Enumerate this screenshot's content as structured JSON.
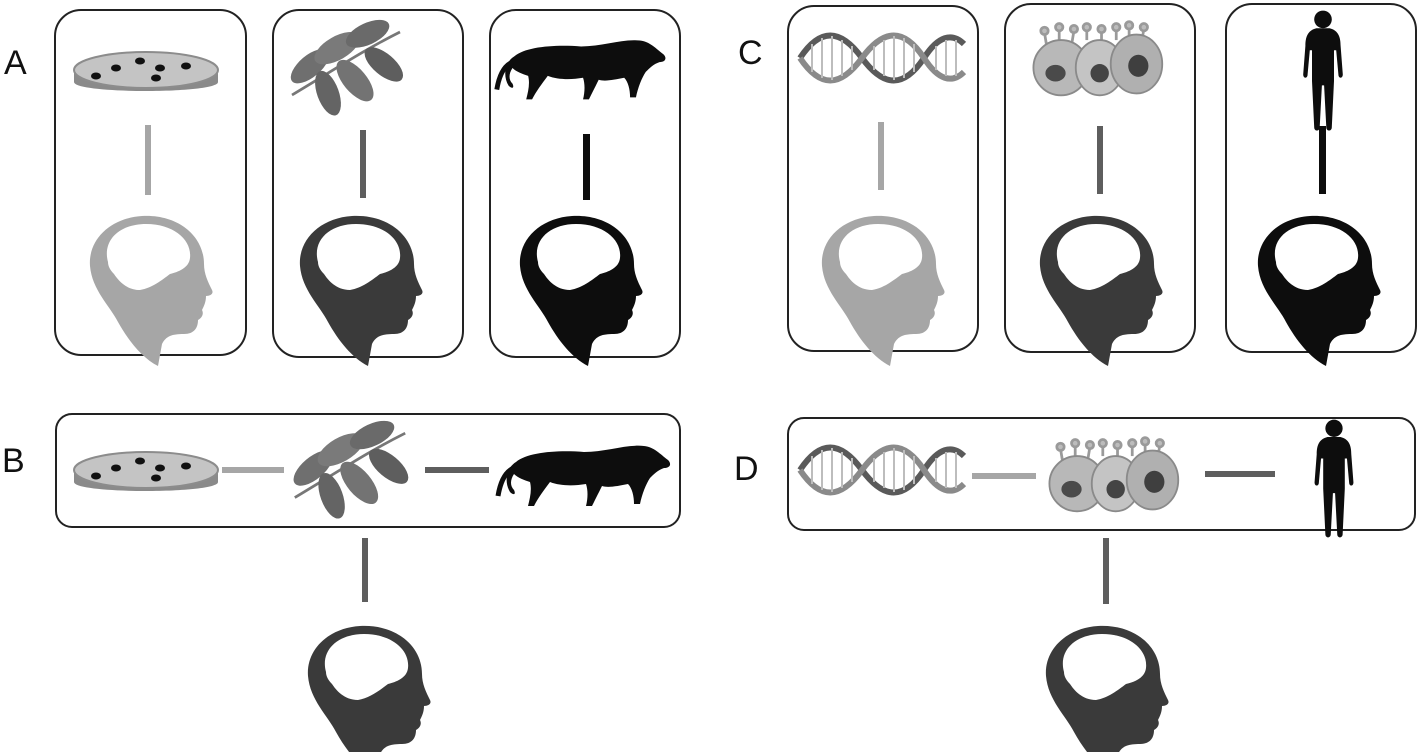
{
  "panels": {
    "A": {
      "label": "A"
    },
    "B": {
      "label": "B"
    },
    "C": {
      "label": "C"
    },
    "D": {
      "label": "D"
    }
  },
  "colors": {
    "light": "#a6a6a6",
    "medium": "#5e5e5e",
    "dark": "#0d0d0d",
    "box_border": "#222222",
    "head_dark": "#3a3a3a"
  },
  "icons": {
    "A": [
      "petri-dish-icon",
      "leaf-icon",
      "panther-icon"
    ],
    "B": [
      "petri-dish-icon",
      "leaf-icon",
      "panther-icon",
      "human-head-brain-icon"
    ],
    "C": [
      "dna-helix-icon",
      "cells-icon",
      "human-figure-icon"
    ],
    "D": [
      "dna-helix-icon",
      "cells-icon",
      "human-figure-icon",
      "human-head-brain-icon"
    ]
  }
}
